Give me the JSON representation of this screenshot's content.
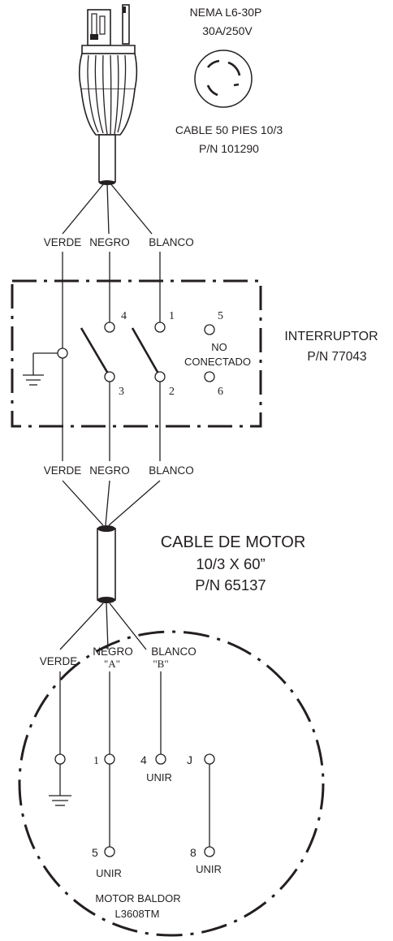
{
  "plug": {
    "model": "NEMA L6-30P",
    "rating": "30A/250V",
    "cable": "CABLE 50 PIES 10/3",
    "cable_pn": "P/N 101290"
  },
  "wires_top": {
    "green": "VERDE",
    "black": "NEGRO",
    "white": "BLANCO"
  },
  "switch": {
    "title": "INTERRUPTOR",
    "pn": "P/N 77043",
    "not_connected_1": "NO",
    "not_connected_2": "CONECTADO",
    "terminals": {
      "t1": "1",
      "t2": "2",
      "t3": "3",
      "t4": "4",
      "t5": "5",
      "t6": "6"
    }
  },
  "wires_mid": {
    "green": "VERDE",
    "black": "NEGRO",
    "white": "BLANCO"
  },
  "motor_cable": {
    "title": "CABLE DE MOTOR",
    "spec": "10/3 X 60”",
    "pn": "P/N 65137"
  },
  "wires_motor": {
    "green": "VERDE",
    "black": "NEGRO",
    "black_tag": "\"A\"",
    "white": "BLANCO",
    "white_tag": "\"B\""
  },
  "motor": {
    "terminals": {
      "t1": "1",
      "t4": "4",
      "tj": "J",
      "t5": "5",
      "t8": "8"
    },
    "join_1": "UNIR",
    "join_2": "UNIR",
    "join_3": "UNIR",
    "name": "MOTOR BALDOR",
    "model": "L3608TM"
  }
}
